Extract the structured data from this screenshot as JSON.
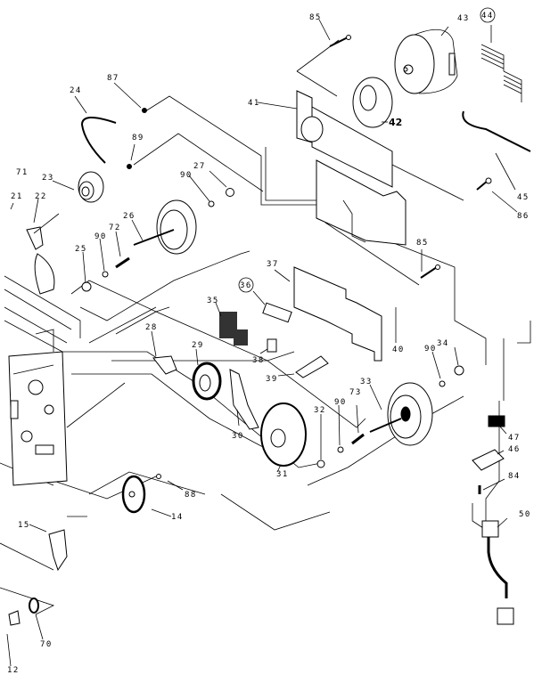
{
  "diagram": {
    "type": "exploded-parts-view",
    "labels": [
      {
        "id": "85",
        "text": "85",
        "circled": false
      },
      {
        "id": "43",
        "text": "43",
        "circled": false
      },
      {
        "id": "44",
        "text": "44",
        "circled": true
      },
      {
        "id": "87",
        "text": "87",
        "circled": false
      },
      {
        "id": "41",
        "text": "41",
        "circled": false
      },
      {
        "id": "42",
        "text": "42",
        "circled": false
      },
      {
        "id": "24",
        "text": "24",
        "circled": false
      },
      {
        "id": "89",
        "text": "89",
        "circled": false
      },
      {
        "id": "90a",
        "text": "90",
        "circled": false
      },
      {
        "id": "27",
        "text": "27",
        "circled": false
      },
      {
        "id": "71",
        "text": "71",
        "circled": false
      },
      {
        "id": "23",
        "text": "23",
        "circled": false
      },
      {
        "id": "21",
        "text": "21",
        "circled": false
      },
      {
        "id": "22",
        "text": "22",
        "circled": false
      },
      {
        "id": "26",
        "text": "26",
        "circled": false
      },
      {
        "id": "72",
        "text": "72",
        "circled": false
      },
      {
        "id": "90b",
        "text": "90",
        "circled": false
      },
      {
        "id": "25",
        "text": "25",
        "circled": false
      },
      {
        "id": "45",
        "text": "45",
        "circled": false
      },
      {
        "id": "86",
        "text": "86",
        "circled": false
      },
      {
        "id": "85b",
        "text": "85",
        "circled": false
      },
      {
        "id": "37",
        "text": "37",
        "circled": false
      },
      {
        "id": "36",
        "text": "36",
        "circled": true
      },
      {
        "id": "35",
        "text": "35",
        "circled": false
      },
      {
        "id": "38",
        "text": "38",
        "circled": false
      },
      {
        "id": "40",
        "text": "40",
        "circled": false
      },
      {
        "id": "28",
        "text": "28",
        "circled": false
      },
      {
        "id": "29",
        "text": "29",
        "circled": false
      },
      {
        "id": "39",
        "text": "39",
        "circled": false
      },
      {
        "id": "90c",
        "text": "90",
        "circled": false
      },
      {
        "id": "34",
        "text": "34",
        "circled": false
      },
      {
        "id": "30",
        "text": "30",
        "circled": false
      },
      {
        "id": "32",
        "text": "32",
        "circled": false
      },
      {
        "id": "90d",
        "text": "90",
        "circled": false
      },
      {
        "id": "73",
        "text": "73",
        "circled": false
      },
      {
        "id": "33",
        "text": "33",
        "circled": false
      },
      {
        "id": "31",
        "text": "31",
        "circled": false
      },
      {
        "id": "47",
        "text": "47",
        "circled": false
      },
      {
        "id": "46",
        "text": "46",
        "circled": false
      },
      {
        "id": "84",
        "text": "84",
        "circled": false
      },
      {
        "id": "88",
        "text": "88",
        "circled": false
      },
      {
        "id": "14",
        "text": "14",
        "circled": false
      },
      {
        "id": "15",
        "text": "15",
        "circled": false
      },
      {
        "id": "50",
        "text": "50",
        "circled": false
      },
      {
        "id": "70",
        "text": "70",
        "circled": false
      },
      {
        "id": "12",
        "text": "12",
        "circled": false
      }
    ]
  }
}
